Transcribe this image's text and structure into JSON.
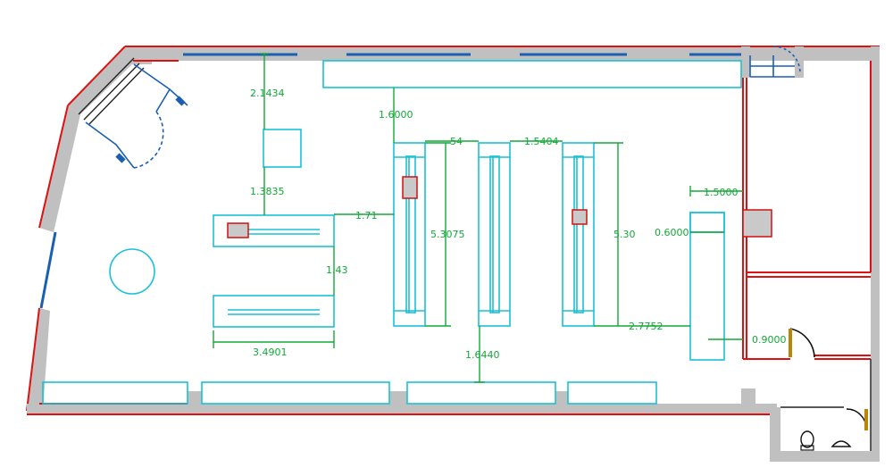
{
  "dimensions": {
    "d1": "2.1434",
    "d2": "1.6000",
    "d3": "1.3835",
    "d4": "1.71",
    "d5": "1.43",
    "d6": "3.4901",
    "d7": "54",
    "d8": "1.5404",
    "d9": "5.3075",
    "d10": "5.30",
    "d11": "1.5000",
    "d12": "0.6000",
    "d13": "2.7752",
    "d14": "0.9000",
    "d15": "1.6440"
  },
  "colors": {
    "wall_fill": "#c0c0c0",
    "wall_outline": "#e01010",
    "glazing": "#1a5fb4",
    "fixtures": "#18c1d6",
    "dimension": "#13a838"
  }
}
